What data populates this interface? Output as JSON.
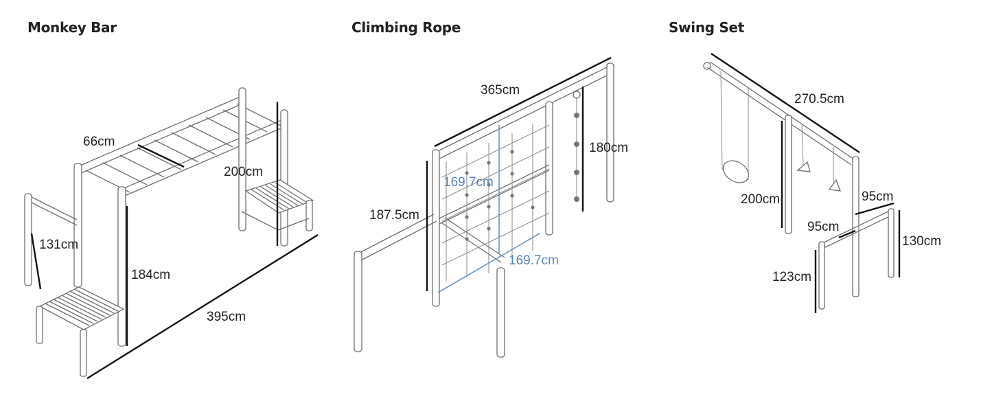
{
  "sections": {
    "monkey_bar": {
      "title": "Monkey Bar",
      "dims": {
        "bar_width": "66cm",
        "platform_height": "200cm",
        "side_bar": "131cm",
        "tower_height": "184cm",
        "total_length": "395cm"
      }
    },
    "climbing_rope": {
      "title": "Climbing Rope",
      "dims": {
        "top_length": "365cm",
        "rope_height": "180cm",
        "frame_height": "187.5cm",
        "net_height": "169.7cm",
        "net_width": "169.7cm"
      }
    },
    "swing_set": {
      "title": "Swing Set",
      "dims": {
        "beam_length": "270.5cm",
        "frame_height": "200cm",
        "depth_top": "95cm",
        "depth_mid": "95cm",
        "right_leg": "130cm",
        "left_leg": "123cm"
      }
    }
  },
  "colors": {
    "text": "#222222",
    "dimension_line": "#111111",
    "net_dimension": "#5b86b0",
    "outline": "#6e6e6e"
  }
}
